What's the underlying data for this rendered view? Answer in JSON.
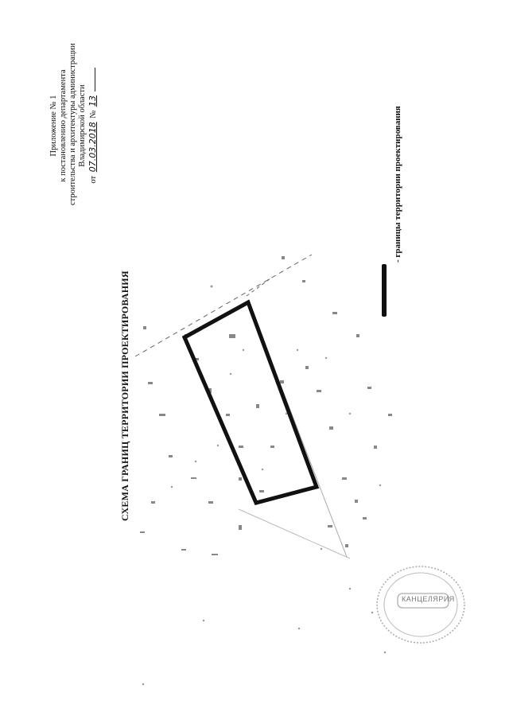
{
  "header": {
    "line1": "Приложение № 1",
    "line2": "к постановлению департамента",
    "line3": "строительства и архитектуры администрации",
    "line4": "Владимирской области",
    "date_prefix": "от",
    "date_value": "07.03.2018",
    "number_prefix": "№",
    "number_value": "13"
  },
  "title": "СХЕМА  ГРАНИЦ ТЕРРИТОРИИ ПРОЕКТИРОВАНИЯ",
  "legend": {
    "label": "- границы территории проектирования",
    "color": "#111111"
  },
  "stamp": {
    "text": "КАНЦЕЛЯРИЯ",
    "color": "#888888"
  }
}
